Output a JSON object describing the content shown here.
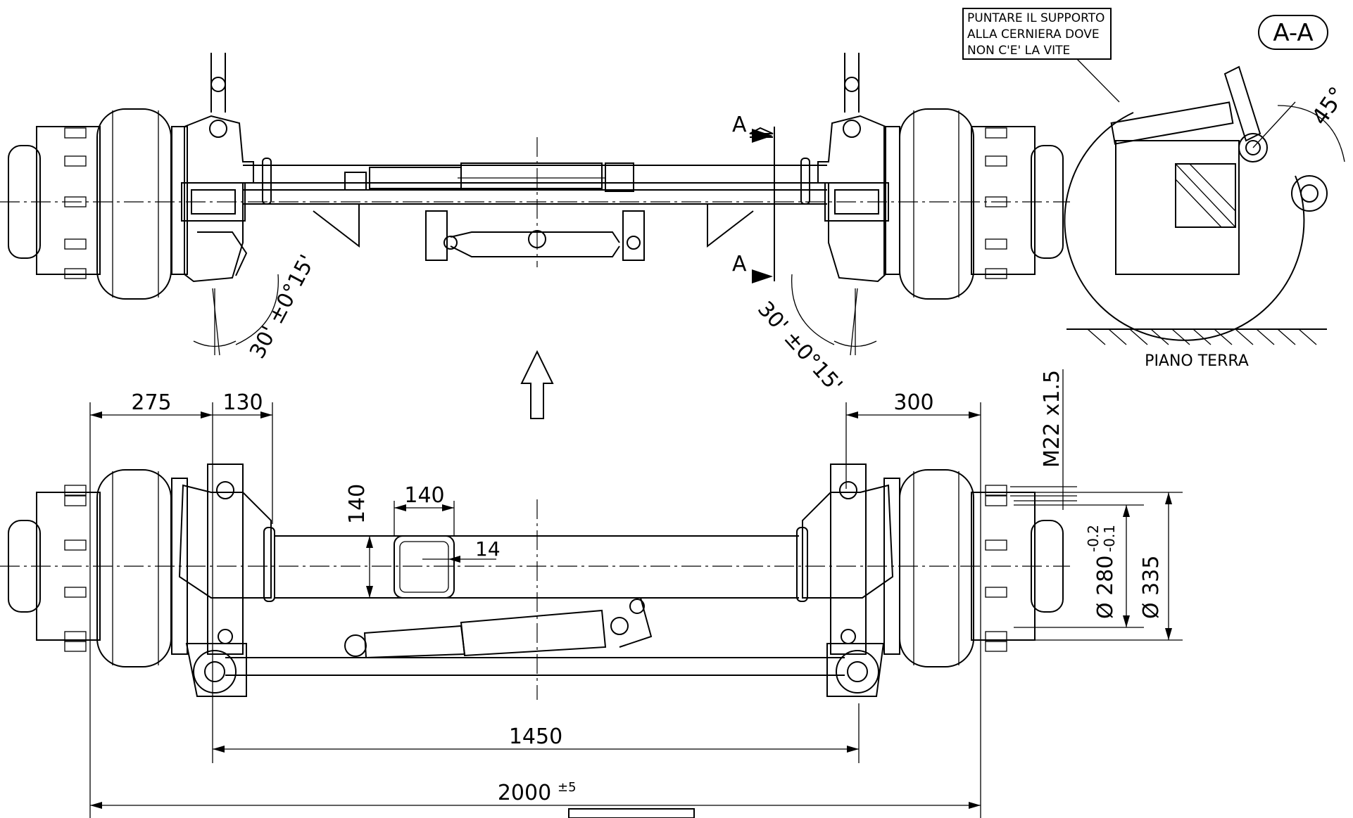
{
  "note": {
    "line1": "PUNTARE IL SUPPORTO",
    "line2": "ALLA CERNIERA DOVE",
    "line3": "NON C'E' LA VITE"
  },
  "section_view": {
    "label": "A-A",
    "angle": "45°",
    "ground_label": "PIANO TERRA"
  },
  "section_markers": [
    "A",
    "A"
  ],
  "angles": {
    "left_camber": "30' ±0°15'",
    "right_camber": "30' ±0°15'"
  },
  "dimensions": {
    "d275": "275",
    "d130": "130",
    "d300": "300",
    "d140_v": "140",
    "d140_h": "140",
    "d14": "14",
    "thread": "M22 x1.5",
    "pcd": "Ø 280",
    "pcd_tol_upper": "-0.2",
    "pcd_tol_lower": "-0.1",
    "diameter": "Ø 335",
    "d1450": "1450",
    "d2000": "2000",
    "d2000_tol": "±5"
  }
}
